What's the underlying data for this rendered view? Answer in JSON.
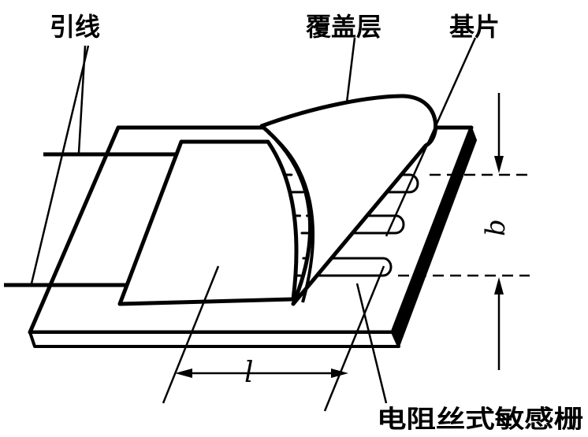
{
  "labels": {
    "lead_wire": "引线",
    "cover_layer": "覆盖层",
    "substrate": "基片",
    "grid": "电阻丝式敏感栅",
    "length_symbol": "l",
    "width_symbol": "b"
  },
  "colors": {
    "ink": "#000000",
    "paper": "#ffffff"
  }
}
